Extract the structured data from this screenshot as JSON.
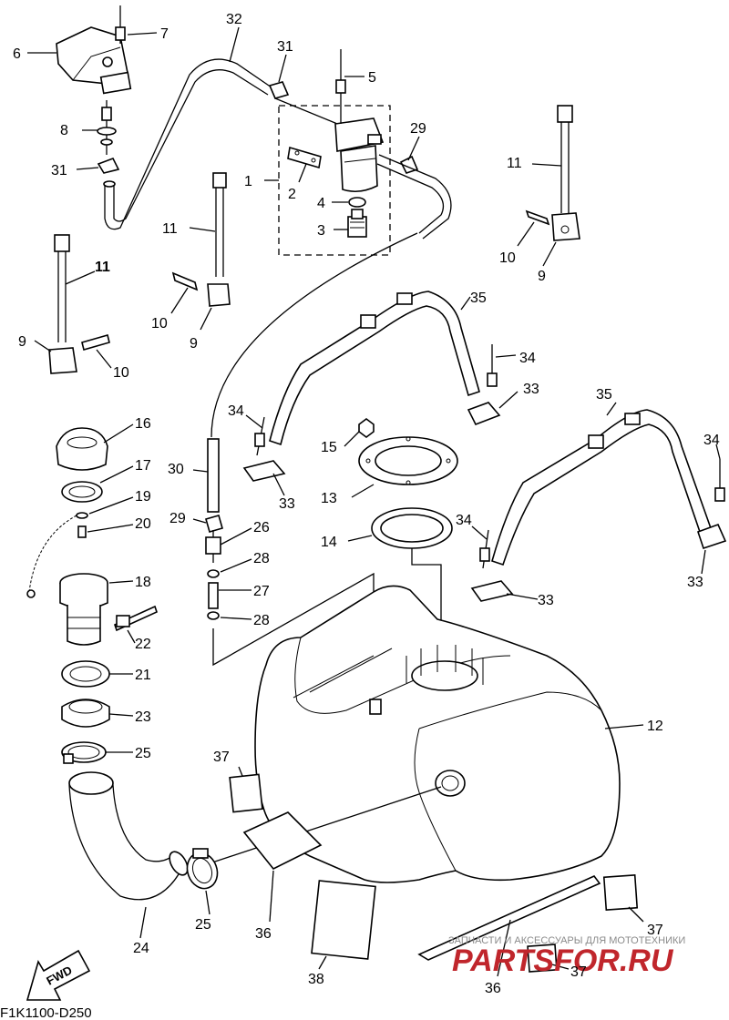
{
  "diagram_code": "F1K1100-D250",
  "fwd_label": "FWD",
  "watermark": {
    "tagline": "ЗАПЧАСТИ И АКСЕССУАРЫ ДЛЯ МОТОТЕХНИКИ",
    "brand": "PARTSFOR.RU",
    "brand_color": "#c0262c"
  },
  "callouts": {
    "c1": "1",
    "c2": "2",
    "c3": "3",
    "c4": "4",
    "c5": "5",
    "c6": "6",
    "c7": "7",
    "c8": "8",
    "c9a": "9",
    "c9b": "9",
    "c9c": "9",
    "c10a": "10",
    "c10b": "10",
    "c10c": "10",
    "c11a": "11",
    "c11b": "11",
    "c11c": "11",
    "c12": "12",
    "c13": "13",
    "c14": "14",
    "c15": "15",
    "c16": "16",
    "c17": "17",
    "c18": "18",
    "c19": "19",
    "c20": "20",
    "c21": "21",
    "c22": "22",
    "c23": "23",
    "c24": "24",
    "c25a": "25",
    "c25b": "25",
    "c26": "26",
    "c27": "27",
    "c28a": "28",
    "c28b": "28",
    "c29a": "29",
    "c29b": "29",
    "c30": "30",
    "c31a": "31",
    "c31b": "31",
    "c32": "32",
    "c33a": "33",
    "c33b": "33",
    "c33c": "33",
    "c33d": "33",
    "c34a": "34",
    "c34b": "34",
    "c34c": "34",
    "c34d": "34",
    "c35a": "35",
    "c35b": "35",
    "c36a": "36",
    "c36b": "36",
    "c37a": "37",
    "c37b": "37",
    "c37c": "37",
    "c38": "38"
  }
}
